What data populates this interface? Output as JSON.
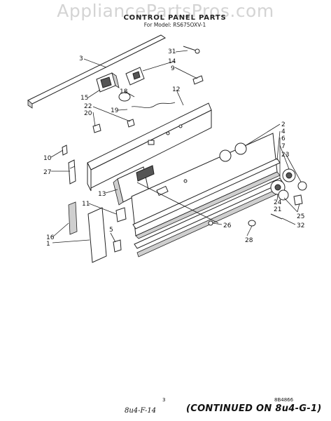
{
  "watermark": "AppliancePartsPros.com",
  "header": {
    "title": "CONTROL PANEL PARTS",
    "subtitle": "For Model: RS675OXV-1"
  },
  "callouts": [
    "1",
    "2",
    "3",
    "4",
    "5",
    "6",
    "7",
    "9",
    "10",
    "11",
    "12",
    "13",
    "14",
    "15",
    "16",
    "18",
    "19",
    "20",
    "21",
    "22",
    "23",
    "24",
    "25",
    "26",
    "27",
    "28",
    "31",
    "32"
  ],
  "footer": {
    "page_number": "3",
    "drawing_number": "8B4866",
    "ref_code": "8u4-F-14",
    "continued": "(CONTINUED ON 8u4-G-1)"
  }
}
